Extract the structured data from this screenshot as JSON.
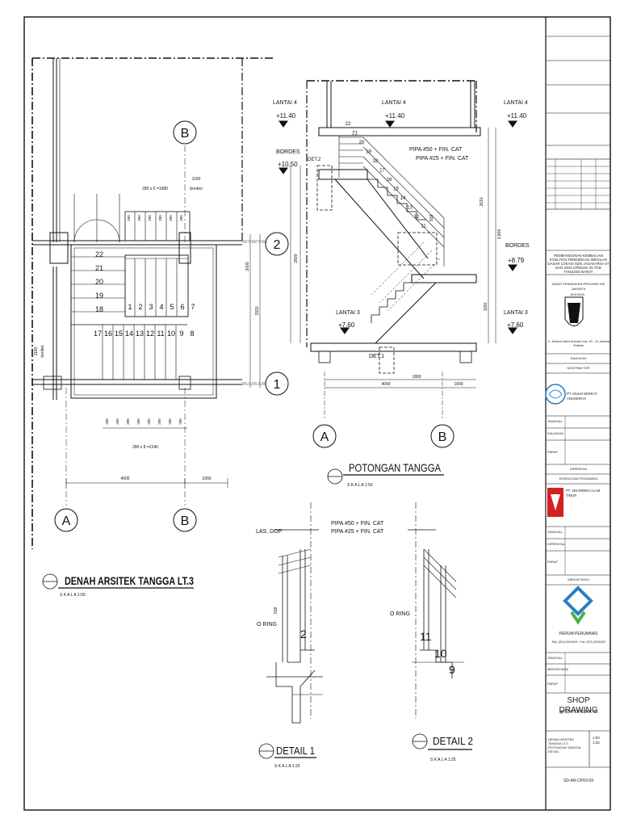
{
  "plan": {
    "title": "DENAH ARSITEK TANGGA LT.3",
    "scale": "S K A L A 1:50",
    "dim_top_steps": "280 x 6 =1680",
    "dim_right_top": "1190",
    "dim_right_top_sub": "bordes",
    "dim_bottom_steps": "280 x 8 =2240",
    "dim_left": "1180",
    "dim_left_sub": "bordes",
    "dim_overall_w": "4000",
    "dim_right_w": "1000",
    "dim_right_v1": "2000",
    "dim_right_v2": "2920",
    "tread_w": [
      "280",
      "280",
      "280",
      "280",
      "280",
      "280"
    ],
    "tread_w_bottom": [
      "280",
      "280",
      "280",
      "280",
      "280",
      "280",
      "280",
      "280"
    ],
    "steps_upper": [
      "1",
      "2",
      "3",
      "4",
      "5",
      "6",
      "7"
    ],
    "steps_lower": [
      "17",
      "16",
      "15",
      "14",
      "13",
      "12",
      "11",
      "10",
      "9",
      "8"
    ],
    "steps_landing": [
      "22",
      "21",
      "20",
      "19",
      "18"
    ],
    "grid_top": "B",
    "grid_bottom_a": "A",
    "grid_bottom_b": "B",
    "grid_right_2": "2",
    "grid_right_1": "1"
  },
  "section": {
    "title": "POTONGAN TANGGA",
    "scale": "S K A L A 1:50",
    "levels": [
      {
        "name": "LANTAI 4",
        "elev": "+11.40"
      },
      {
        "name": "LANTAI 4",
        "elev": "+11.40"
      },
      {
        "name": "LANTAI 4",
        "elev": "+11.40"
      },
      {
        "name": "BORDES",
        "elev": "+10.50"
      },
      {
        "name": "BORDES",
        "elev": "+8.79"
      },
      {
        "name": "LANTAI 3",
        "elev": "+7.60"
      },
      {
        "name": "LANTAI 3",
        "elev": "+7.60"
      }
    ],
    "pipe1": "PIPA #50 + FIN. CAT",
    "pipe2": "PIPA #25 + FIN. CAT",
    "det2": "DET.2",
    "det1": "DET.1",
    "dim_2610": "2610",
    "dim_3800": "3,800",
    "dim_1190": "1190",
    "dim_918": "918",
    "dim_2800": "2800",
    "dim_1800": "1800",
    "dim_4000": "4000",
    "dim_1000": "1000",
    "step_nums": [
      "22",
      "21",
      "20",
      "19",
      "18",
      "17",
      "16",
      "15",
      "14",
      "13",
      "12",
      "11"
    ],
    "grid_a": "A",
    "grid_b": "B"
  },
  "detail1": {
    "title": "DETAIL 1",
    "scale": "S K A L A 1:25",
    "label_top": "LAS. DOP",
    "ring": "O RING",
    "step": "2",
    "dim": "918"
  },
  "detail2": {
    "title": "DETAIL 2",
    "scale": "S K A L A 1:25",
    "ring": "O RING",
    "step_a": "11",
    "step_b": "10",
    "step_c": "9"
  },
  "details_pipe1": "PIPA #50 + FIN. CAT",
  "details_pipe2": "PIPA #25 + FIN. CAT",
  "title_block": {
    "project": "PEMBANGUNAN KEMBALIAN FASILITAS PENDIDIKAN SEKOLAH DASAR LOKASI SDN JAGAKARSA 07 DAN SDN CIPEDAK 03 TGD TANJUNG BARAT",
    "owner": "DINAS PENDIDIKAN PROVINSI DKI JAKARTA",
    "owner_city": "JAYA RAYA",
    "owner_addr": "Jl. Jendral Gatot Subroto Kav. 40 - 41 Jakarta Selatan",
    "label_diajukan": "DIAJUKAN",
    "label_kontraktor": "KONTRAKTOR",
    "contractor": "PT. MULIS BERKAT ANUGERAH",
    "tanggal": "TANGGAL",
    "diajukan": "DIAJUKAN",
    "paraf": "PARAF",
    "label_diperiksa": "DIPERIKSA",
    "label_konsultan": "KONSULTAN PENGAWAS",
    "consultant": "PT. SINARBIRU ALAM TIMUR",
    "diperiksa": "DIPERIKSA",
    "label_mengetahui": "MENGETAHUI",
    "perum": "PERUM PERUMNAS",
    "perum_contact": "Telp. (021) 8191603 · Fax. (021) 8191603",
    "mengetahui": "MENGETAHUI",
    "sheet_title": "SHOP DRAWING",
    "sheet_sub": "@ SDN CIPEDAK 03",
    "sheet_desc": "DENAH ARSITEK TANGGA LT.3 POTONGAN TANGGA DETAIL",
    "scales": "1:50\n1:25",
    "sheet_no": "SD-AR-CP03-09"
  },
  "colors": {
    "line": "#111111",
    "thin": "#444444",
    "accent_red": "#d42020",
    "accent_blue": "#2d7fc1",
    "accent_green": "#4caf50"
  }
}
